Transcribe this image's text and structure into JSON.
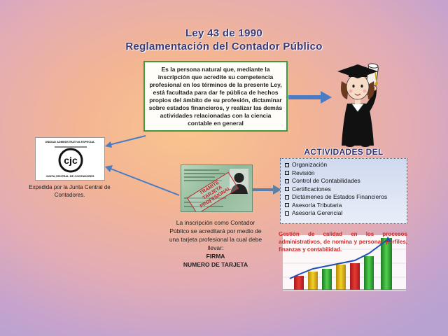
{
  "title": {
    "line1": "Ley 43 de 1990",
    "line2": "Reglamentación del Contador Público"
  },
  "definition": {
    "text": "Es la persona natural que, mediante la inscripción que acredite su competencia profesional en los términos de la presente Ley, está facultada para dar fe pública de hechos propios del ámbito de su profesión, dictaminar sobre estados financieros, y realizar las demás actividades relacionadas con la ciencia contable en general"
  },
  "logo": {
    "top_text": "UNIDAD ADMINISTRATIVA ESPECIAL",
    "bottom_text": "JUNTA CENTRAL DE CONTADORES",
    "caption": "Expedida por la Junta Central de Contadores."
  },
  "card": {
    "stamp_text": "TRAMITE TARJETA PROFESIONAL"
  },
  "inscription": {
    "text": "La inscripción como Contador Público se acreditará por medio de una tarjeta profesional la cual debe llevar:",
    "item1": "FIRMA",
    "item2": "NUMERO DE TARJETA"
  },
  "activities": {
    "title": "ACTIVIDADES DEL CONTADOR",
    "items": [
      "Organización",
      "Revisión",
      "Control de Contabilidades",
      "Certificaciones",
      "Dictámenes de Estados Financieros",
      "Asesoría Tributaria",
      "Asesoría Gerencial"
    ]
  },
  "quality": {
    "text": "Gestión de calidad en los procesos administrativos, de nomina y personal, perfiles, finanzas y contabilidad."
  },
  "colors": {
    "arrow_blue": "#4a7cc6",
    "box_green": "#3f9a3f",
    "title_navy": "#3a3a7a",
    "quality_red": "#d12a28"
  }
}
